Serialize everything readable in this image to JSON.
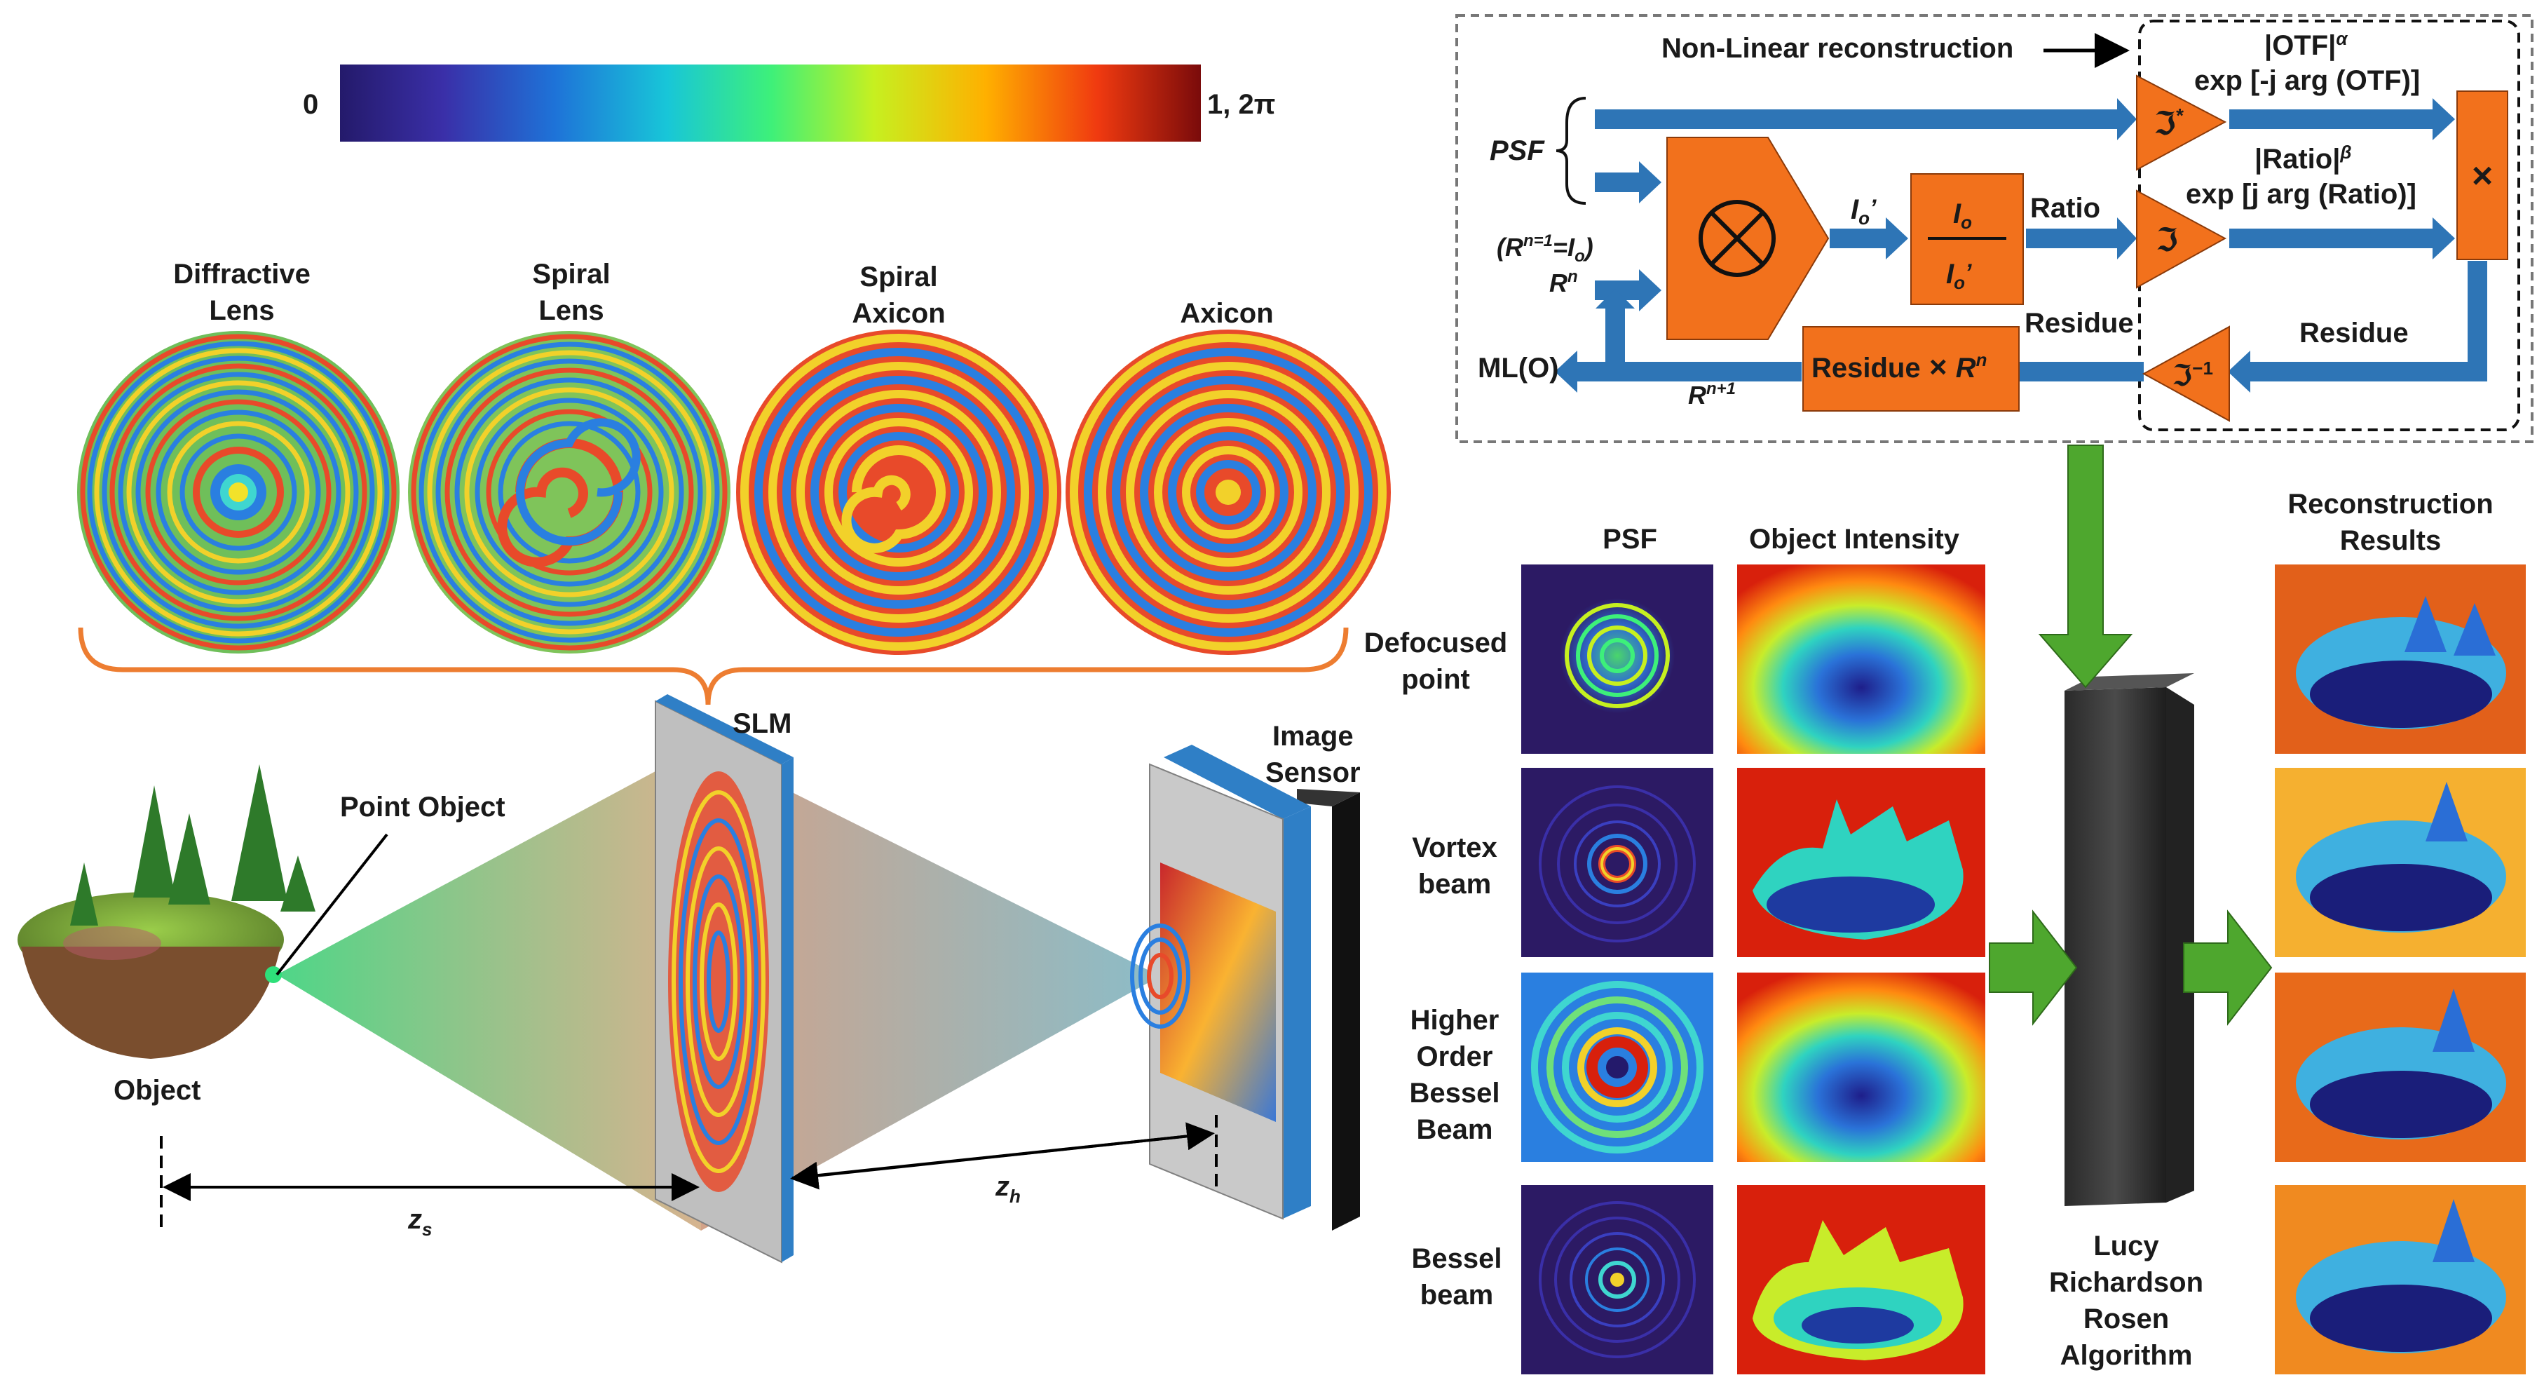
{
  "colorbar": {
    "min_label": "0",
    "max_label": "1, 2π"
  },
  "masks": [
    {
      "title": [
        "Diffractive",
        "Lens"
      ]
    },
    {
      "title": [
        "Spiral",
        "Lens"
      ]
    },
    {
      "title": [
        "Spiral",
        "Axicon"
      ]
    },
    {
      "title": [
        "Axicon"
      ]
    }
  ],
  "setup": {
    "slm": "SLM",
    "point_object": "Point Object",
    "object": "Object",
    "image_sensor": [
      "Image",
      "Sensor"
    ],
    "zs": "z",
    "zs_sub": "s",
    "zh": "z",
    "zh_sub": "h"
  },
  "flow": {
    "title": "Non-Linear reconstruction",
    "psf": "PSF",
    "otf_mag": "|OTF|",
    "otf_exp": "α",
    "otf_phase": "exp [-j arg (OTF)]",
    "ratio_mag": "|Ratio|",
    "ratio_exp": "β",
    "ratio_phase": "exp [j arg (Ratio)]",
    "io_prime": "I",
    "io_prime_sub": "o",
    "div_num": "I",
    "div_num_sub": "o",
    "div_den": "I",
    "div_den_sub": "o",
    "ratio": "Ratio",
    "init": "(R",
    "init_sup": "n=1",
    "init_tail": "=I",
    "init_sub": "o",
    "rn": "R",
    "rn_sup": "n",
    "residue": "Residue",
    "residue_tilde": "Residue",
    "update": "Residue",
    "update_r": "R",
    "update_sup": "n",
    "ml": "ML(O)",
    "rn1": "R",
    "rn1_sup": "n+1",
    "fourier": "ℑ",
    "star": "*",
    "inv": "−1",
    "times": "×"
  },
  "results": {
    "col_psf": "PSF",
    "col_obj": "Object Intensity",
    "col_rec": [
      "Reconstruction",
      "Results"
    ],
    "rows": [
      {
        "label": [
          "Defocused",
          "point"
        ]
      },
      {
        "label": [
          "Vortex",
          "beam"
        ]
      },
      {
        "label": [
          "Higher",
          "Order",
          "Bessel",
          "Beam"
        ]
      },
      {
        "label": [
          "Bessel",
          "beam"
        ]
      }
    ],
    "algorithm": [
      "Lucy",
      "Richardson",
      "Rosen",
      "Algorithm"
    ]
  },
  "colors": {
    "arrow_blue": "#2E75B6",
    "block_orange": "#F2711C",
    "green_arrow": "#4EA72E",
    "brace_orange": "#ED7D31",
    "slm_blue": "#2F7FC6"
  }
}
